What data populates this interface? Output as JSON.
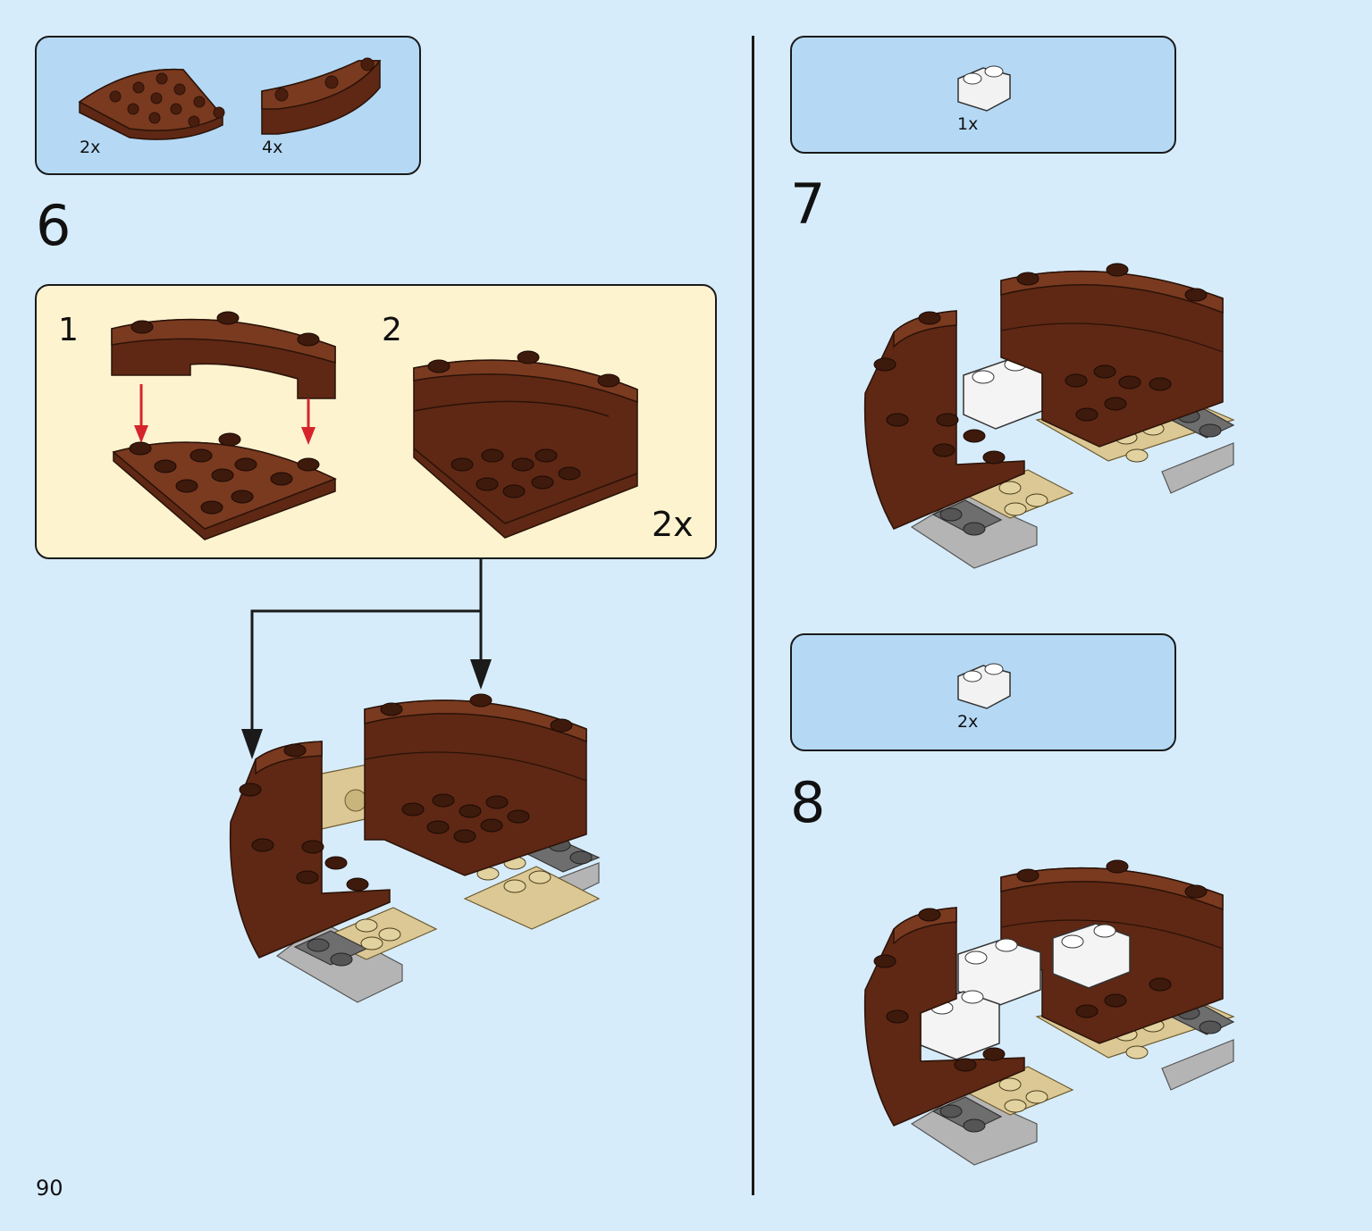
{
  "page": {
    "number": "90"
  },
  "step6": {
    "number": "6",
    "parts": [
      {
        "qty": "2x",
        "name": "quarter-round-plate"
      },
      {
        "qty": "4x",
        "name": "curved-brick"
      }
    ],
    "subassembly": {
      "sub_steps": [
        "1",
        "2"
      ],
      "multiplier": "2x"
    }
  },
  "step7": {
    "number": "7",
    "parts": [
      {
        "qty": "1x",
        "name": "white-double-round-brick"
      }
    ]
  },
  "step8": {
    "number": "8",
    "parts": [
      {
        "qty": "2x",
        "name": "white-double-round-brick"
      }
    ]
  },
  "colors": {
    "background": "#d7ecfb",
    "parts_box": "#b5d9f5",
    "subassembly_box": "#fdf3cf",
    "brick_brown": "#6b2f1a",
    "tan": "#dcc894",
    "dark_gray": "#6e6e6e",
    "light_gray": "#b4b4b4",
    "arrow_red": "#d6242b"
  }
}
